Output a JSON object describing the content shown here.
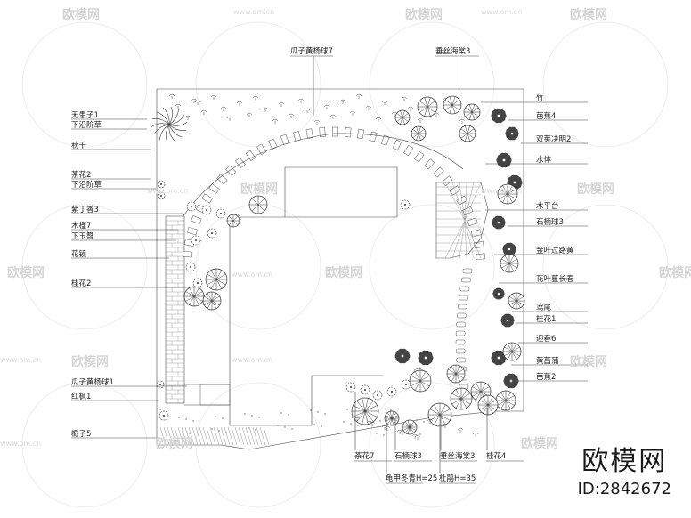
{
  "left_labels": [
    {
      "id": "wuhuanzi",
      "text": "无患子1"
    },
    {
      "id": "xiayanjiecao1",
      "text": "下沿阶草"
    },
    {
      "id": "qiuqian",
      "text": "秋千"
    },
    {
      "id": "chahua2",
      "text": "茶花2"
    },
    {
      "id": "xiayanjiecao2",
      "text": "下沿阶草"
    },
    {
      "id": "ziding",
      "text": "紫丁香3"
    },
    {
      "id": "mujin",
      "text": "木槿7"
    },
    {
      "id": "xiayuzan",
      "text": "下玉簪"
    },
    {
      "id": "huajing",
      "text": "花镜"
    },
    {
      "id": "guihua2",
      "text": "桂花2"
    },
    {
      "id": "guaziyangqiu1",
      "text": "瓜子黄杨球1"
    },
    {
      "id": "hongfeng",
      "text": "红枫1"
    },
    {
      "id": "zhizi",
      "text": "栀子5"
    }
  ],
  "right_labels": [
    {
      "id": "zhu",
      "text": "竹"
    },
    {
      "id": "bajiao4",
      "text": "芭蕉4"
    },
    {
      "id": "shuangjia",
      "text": "双荚决明2"
    },
    {
      "id": "shuiti",
      "text": "水体"
    },
    {
      "id": "mupingtai",
      "text": "木平台"
    },
    {
      "id": "shinan",
      "text": "石楠球3"
    },
    {
      "id": "jinye",
      "text": "金叶过路黄"
    },
    {
      "id": "huaye",
      "text": "花叶蔓长春"
    },
    {
      "id": "yuanwei",
      "text": "鸢尾"
    },
    {
      "id": "guihua1",
      "text": "桂花1"
    },
    {
      "id": "yingchun",
      "text": "迎春6"
    },
    {
      "id": "huangchangpu",
      "text": "黄菖蒲"
    },
    {
      "id": "bajiao2",
      "text": "芭蕉2"
    }
  ],
  "top_labels": [
    {
      "id": "guaziyangqiu7",
      "text": "瓜子黄杨球7"
    },
    {
      "id": "chuisi3top",
      "text": "垂丝海棠3"
    }
  ],
  "bottom_labels": [
    {
      "id": "chahua7",
      "text": "茶花7"
    },
    {
      "id": "shinan3b",
      "text": "石楠球3"
    },
    {
      "id": "chuisi3b",
      "text": "垂丝海棠3"
    },
    {
      "id": "guihua4",
      "text": "桂花4"
    },
    {
      "id": "guijia",
      "text": "龟甲冬青H=25"
    },
    {
      "id": "dujuan",
      "text": "杜鹃H=35"
    }
  ],
  "watermark": {
    "text": "欧模网",
    "url": "www.om.cn"
  },
  "brand": {
    "name": "欧模网",
    "id": "ID:2842672"
  }
}
